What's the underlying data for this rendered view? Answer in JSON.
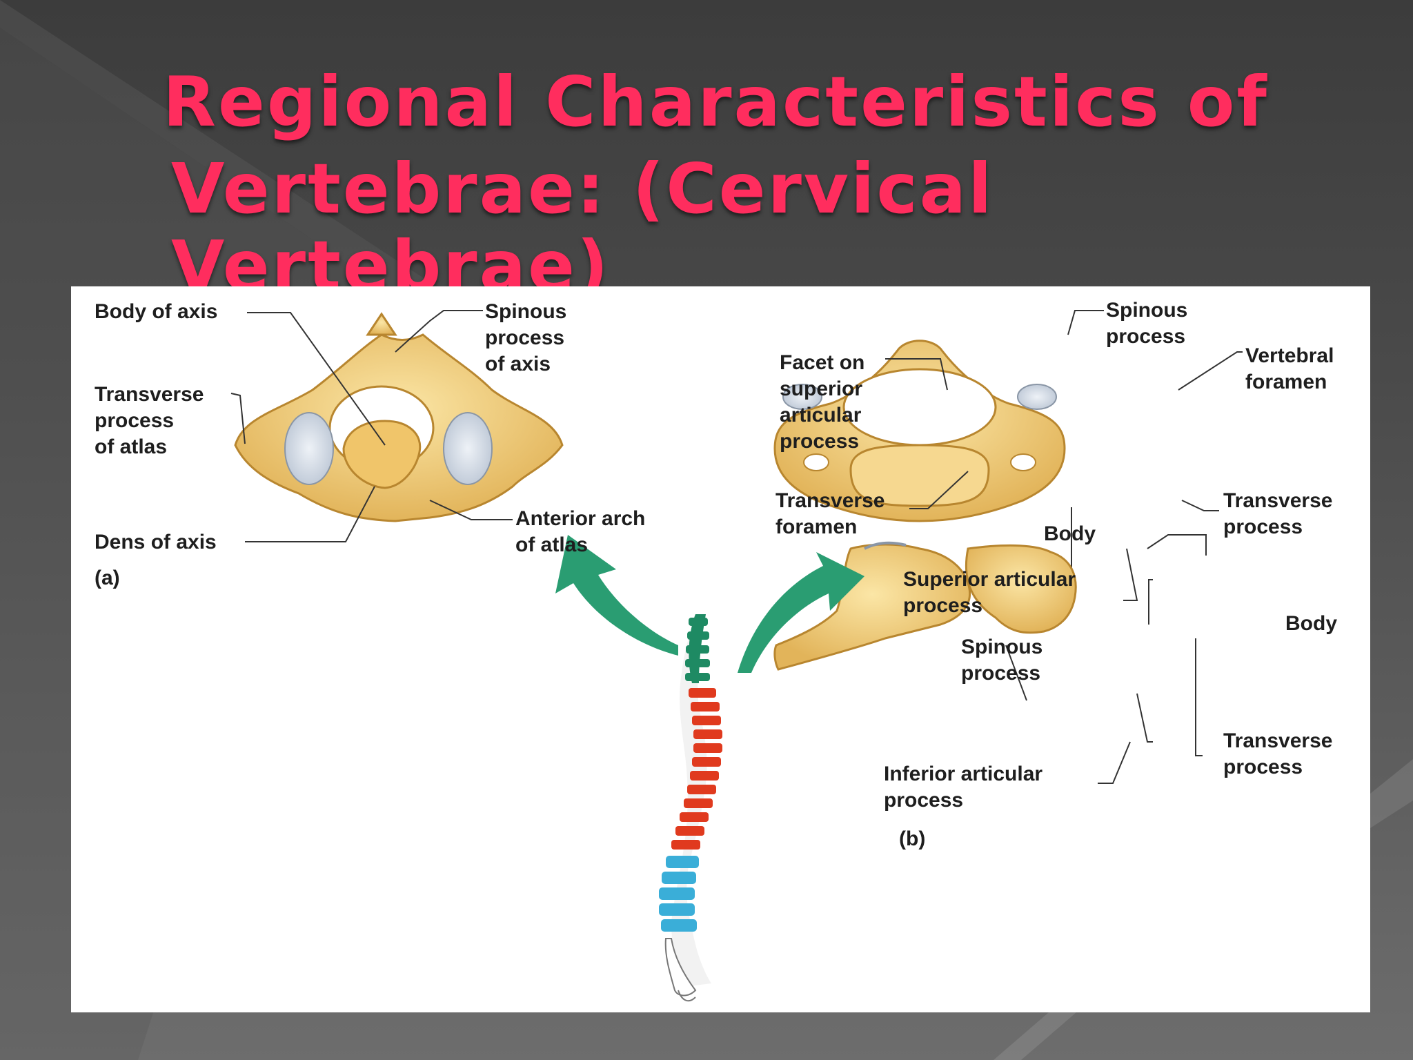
{
  "slide": {
    "title_line1": "Regional Characteristics of",
    "title_line2": "Vertebrae: (Cervical Vertebrae)"
  },
  "figure_a": {
    "panel_label": "(a)",
    "labels": {
      "body_of_axis": "Body of axis",
      "spinous_process_of_axis": "Spinous\nprocess\nof axis",
      "transverse_process_of_atlas": "Transverse\nprocess\nof atlas",
      "dens_of_axis": "Dens of axis",
      "anterior_arch_of_atlas": "Anterior arch\nof atlas"
    }
  },
  "figure_b": {
    "panel_label": "(b)",
    "labels": {
      "spinous_process_top": "Spinous\nprocess",
      "facet_on_superior_articular_process": "Facet on\nsuperior\narticular\nprocess",
      "vertebral_foramen": "Vertebral\nforamen",
      "transverse_foramen": "Transverse\nforamen",
      "body_top": "Body",
      "transverse_process_top": "Transverse\nprocess",
      "superior_articular_process": "Superior articular\nprocess",
      "body_side": "Body",
      "spinous_process_side": "Spinous\nprocess",
      "transverse_process_side": "Transverse\nprocess",
      "inferior_articular_process": "Inferior articular\nprocess"
    }
  },
  "colors": {
    "title": "#ff2d5e",
    "bone": "#f3cf7a",
    "bone_outline": "#b8862f",
    "cartilage": "#c9d3e0",
    "cervical": "#1e8a63",
    "thoracic": "#e03a1e",
    "lumbar": "#3aaed8",
    "arrow": "#2a9d72"
  }
}
